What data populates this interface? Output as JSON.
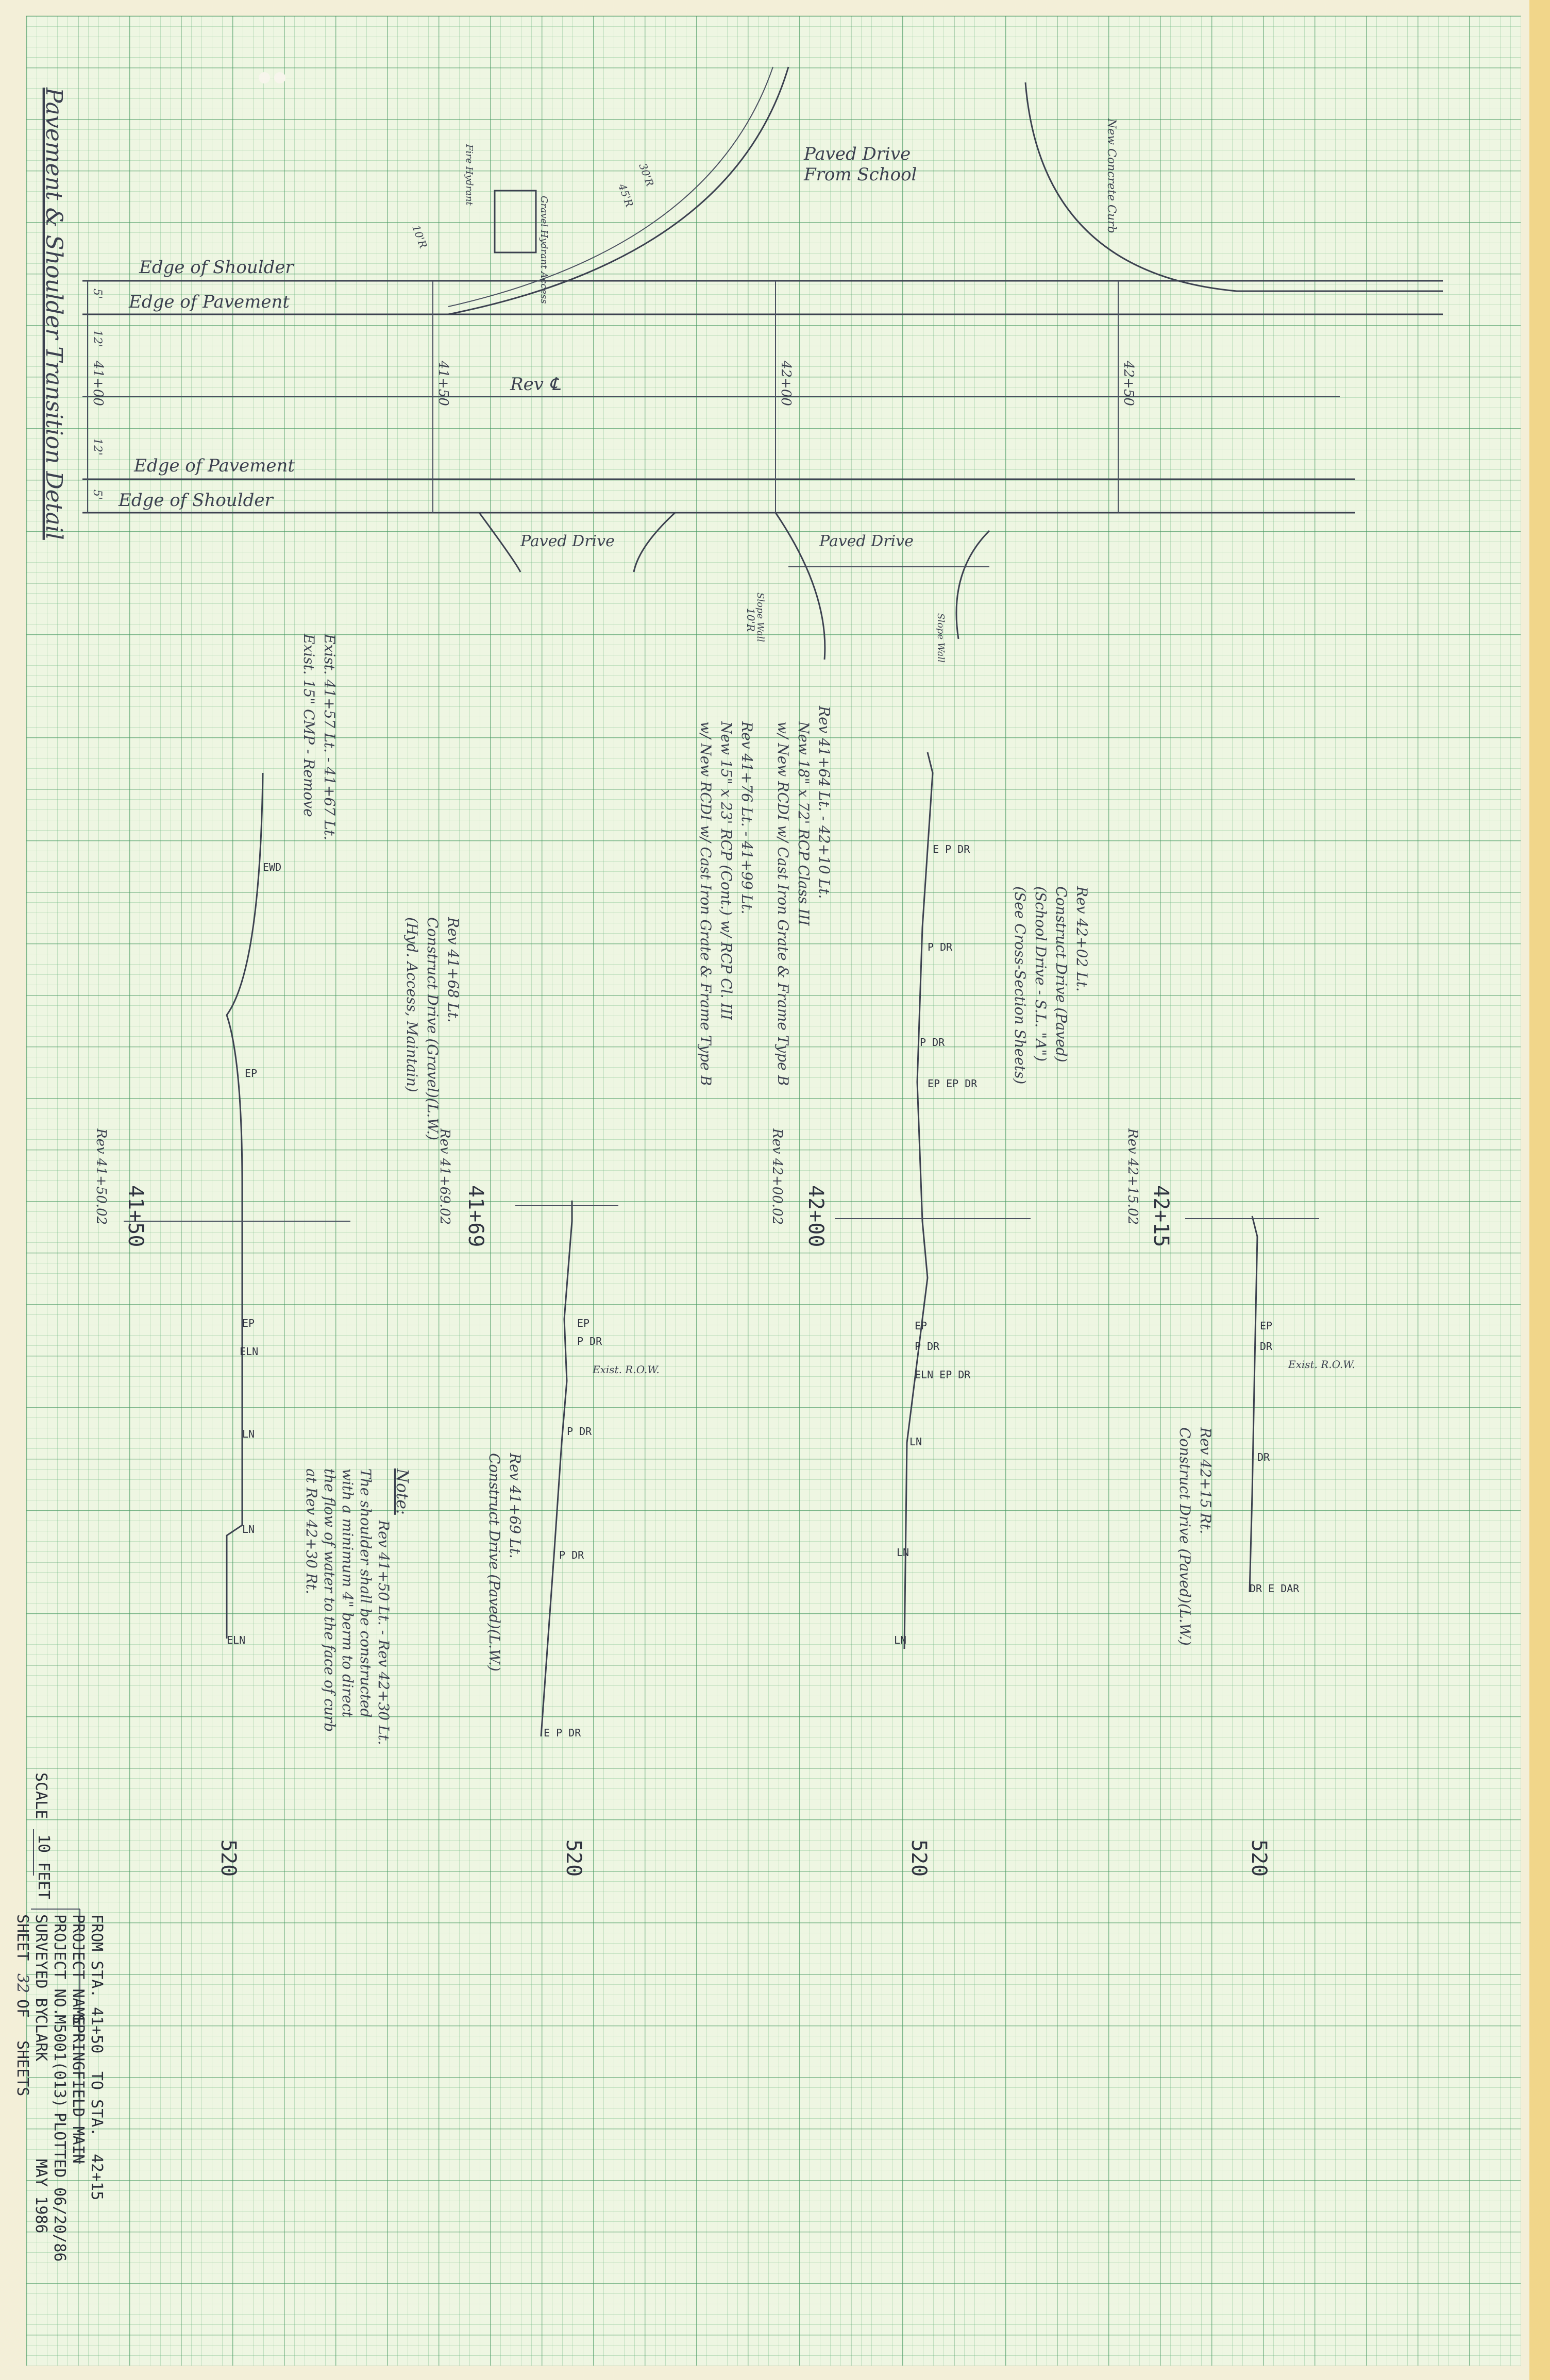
{
  "sheet_title": "Pavement & Shoulder Transition Detail",
  "plan": {
    "edge_of_shoulder": "Edge of Shoulder",
    "edge_of_pavement": "Edge of Pavement",
    "rev_cl": "Rev ℄",
    "paved_drive_school": "Paved Drive",
    "from_school": "From School",
    "paved_drive": "Paved Drive",
    "new_concrete_curb": "New Concrete Curb",
    "fire_hydrant": "Fire Hydrant",
    "gravel_hydrant_access": "Gravel Hydrant Access",
    "r_30": "30'R",
    "r_45": "45'R",
    "r_10": "10'R",
    "r_10b": "10'R",
    "stations": [
      "41+00",
      "41+50",
      "42+00",
      "42+50"
    ],
    "dims": [
      "5'",
      "12'",
      "12'",
      "5'"
    ],
    "slope_wall": "Slope Wall"
  },
  "xsections": [
    {
      "station": "41+50",
      "rev": "Rev 41+50.02",
      "elev": "520",
      "notes": [
        "Exist. 41+57 Lt. - 41+67 Lt.",
        "Exist. 15\" CMP - Remove"
      ],
      "labels": [
        "EWD",
        "EP",
        "EP",
        "ELN",
        "LN",
        "LN",
        "ELN"
      ]
    },
    {
      "station": "41+69",
      "rev": "Rev 41+69.02",
      "elev": "520",
      "notes": [
        "Rev 41+68 Lt.",
        "Construct Drive (Gravel)(L.W.)",
        "(Hyd. Access, Maintain)"
      ],
      "note2": [
        "Rev 41+69 Lt.",
        "Construct Drive (Paved)(L.W.)"
      ],
      "labels": [
        "EP",
        "P DR",
        "P DR",
        "P DR",
        "E P DR"
      ],
      "exist_row": "Exist. R.O.W."
    },
    {
      "station": "42+00",
      "rev": "Rev 42+00.02",
      "elev": "520",
      "notes": [
        "Rev 41+64 Lt. - 42+10 Lt.",
        "New 18\" x 72' RCP Class III",
        "w/ New RCDI w/ Cast Iron Grate & Frame Type B"
      ],
      "note2": [
        "Rev 41+76 Lt. - 41+99 Lt.",
        "New 15\" x 23' RCP (Cont.) w/ RCP Cl. III",
        "w/ New RCDI w/ Cast Iron Grate & Frame Type B"
      ],
      "labels": [
        "E P DR",
        "P DR",
        "P DR",
        "EP EP DR",
        "EP",
        "P DR",
        "ELN EP DR",
        "LN",
        "LN",
        "LN"
      ]
    },
    {
      "station": "42+15",
      "rev": "Rev 42+15.02",
      "elev": "520",
      "notes": [
        "Rev 42+02 Lt.",
        "Construct Drive (Paved)",
        "(School Drive - S.L. \"A\")",
        "(See Cross-Section Sheets)"
      ],
      "note2": [
        "Rev 42+15 Rt.",
        "Construct Drive (Paved)(L.W.)"
      ],
      "labels": [
        "EP",
        "DR",
        "DR",
        "DR E DAR"
      ],
      "exist_row": "Exist. R.O.W."
    }
  ],
  "note": {
    "head": "Note:",
    "lines": [
      "Rev 41+50 Lt. - Rev 42+30 Lt.",
      "The shoulder shall be constructed",
      "with a minimum 4\" berm to direct",
      "the flow of water to the face of curb",
      "at Rev 42+30 Rt."
    ]
  },
  "scale": {
    "label": "SCALE",
    "value": "10 FEET"
  },
  "title_block": {
    "from_sta_label": "FROM STA.",
    "from_sta": "41+50",
    "to_sta_label": "TO STA.",
    "to_sta": "42+15",
    "project_name_label": "PROJECT NAME",
    "project_name": "SPRINGFIELD MAIN",
    "project_no_label": "PROJECT NO.",
    "project_no": "M5001(013)",
    "plotted_label": "PLOTTED",
    "plotted": "06/20/86",
    "surveyed_label": "SURVEYED BY",
    "surveyed": "CLARK",
    "surveyed_date": "MAY 1986",
    "sheet_label": "SHEET",
    "sheet_no": "32",
    "of_label": "OF",
    "sheets": "SHEETS"
  }
}
